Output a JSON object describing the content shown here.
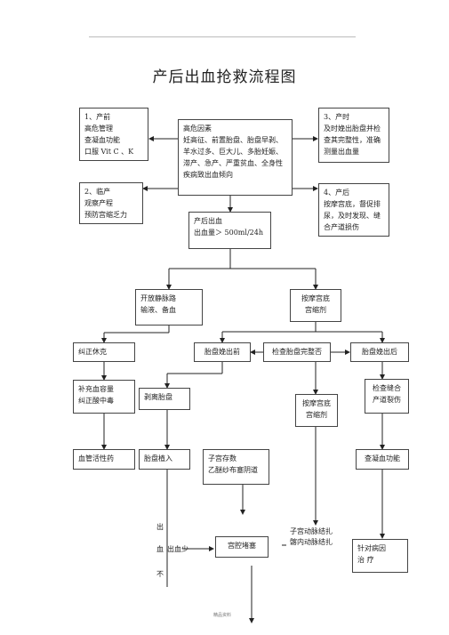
{
  "title": "产后出血抢救流程图",
  "boxes": {
    "antenatal": "1、产前\n高危管理\n查凝血功能\n口服 Vit C 、K",
    "risk": "高危因素\n妊高征、前置胎盘、胎盘早剥、羊水过多、巨大儿、多胎妊娠、滞产、急产、严重贫血、全身性疾病致出血倾向",
    "intrapartum": "3、产时\n及时娩出胎盘并检查其完整性，准确测量出血量",
    "labor": "2、临产\n观察产程\n预防宫缩乏力",
    "postpartum": "4、产后\n按摩宫底，督促排尿，及时发现、缝合产道损伤",
    "pph": "产后出血\n出血量＞ 500ml/24h",
    "iv": "开放静脉路\n输液、备血",
    "massage1": "按摩宫底\n宫缩剂",
    "shock": "纠正休克",
    "before": "胎盘娩出前",
    "check": "检查胎盘完整否",
    "after": "胎盘娩出后",
    "volume": "补充血容量\n纠正酸中毒",
    "peel": "剥离胎盘",
    "massage2": "按摩宫底\n宫缩剂",
    "suture": "检查缝合\n产道裂伤",
    "vaso": "血管活性药",
    "accreta": "胎盘植入",
    "pack": "子宫存数\n乙醚纱布塞阴道",
    "coag": "查凝血功能",
    "ligation": "子宫动脉结扎\n髂内动脉结扎",
    "hysterectomy": "宫腔堵塞",
    "treat": "针对病因\n治      疗"
  },
  "side_text": {
    "col_top": "出",
    "col_mid": "血",
    "col_bot": "不",
    "row": "出血少"
  },
  "footer": "精品资料"
}
